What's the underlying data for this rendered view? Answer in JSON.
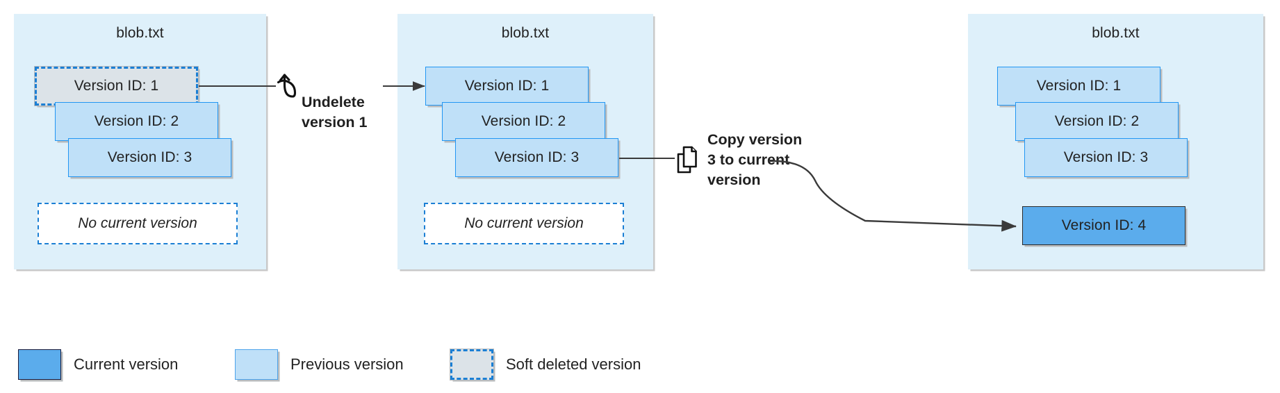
{
  "diagram": {
    "title": "Blob versioning: undelete and copy to current version",
    "colors": {
      "panel_background": "#DEF0FA",
      "previous_version_fill": "#BFE0F8",
      "previous_version_border": "#2196F3",
      "current_version_fill": "#5BACEC",
      "current_version_border": "#2B2B2B",
      "soft_deleted_fill": "#DCE3E8",
      "soft_deleted_border": "#1B7FD4",
      "dashed_outline": "#1B7FD4",
      "connector": "#3a3a3a",
      "text": "#222222"
    },
    "panels": [
      {
        "id": "panel-1",
        "title": "blob.txt",
        "versions": [
          {
            "label": "Version ID: 1",
            "state": "soft-deleted"
          },
          {
            "label": "Version ID: 2",
            "state": "previous"
          },
          {
            "label": "Version ID: 3",
            "state": "previous"
          }
        ],
        "placeholder": "No current version"
      },
      {
        "id": "panel-2",
        "title": "blob.txt",
        "versions": [
          {
            "label": "Version ID: 1",
            "state": "previous"
          },
          {
            "label": "Version ID: 2",
            "state": "previous"
          },
          {
            "label": "Version ID: 3",
            "state": "previous"
          }
        ],
        "placeholder": "No current version"
      },
      {
        "id": "panel-3",
        "title": "blob.txt",
        "versions": [
          {
            "label": "Version ID: 1",
            "state": "previous"
          },
          {
            "label": "Version ID: 2",
            "state": "previous"
          },
          {
            "label": "Version ID: 3",
            "state": "previous"
          },
          {
            "label": "Version ID: 4",
            "state": "current"
          }
        ],
        "placeholder": null
      }
    ],
    "annotations": [
      {
        "id": "undelete",
        "text": "Undelete\nversion 1",
        "icon": "undo-icon",
        "from": "panel-1 Version ID: 1",
        "to": "panel-2"
      },
      {
        "id": "copy",
        "text": "Copy version\n3 to current\nversion",
        "icon": "copy-icon",
        "from": "panel-2 Version ID: 3",
        "to": "panel-3 Version ID: 4"
      }
    ],
    "legend": [
      {
        "swatch": "current",
        "label": "Current version"
      },
      {
        "swatch": "previous",
        "label": "Previous version"
      },
      {
        "swatch": "softdeleted",
        "label": "Soft deleted version"
      }
    ]
  }
}
